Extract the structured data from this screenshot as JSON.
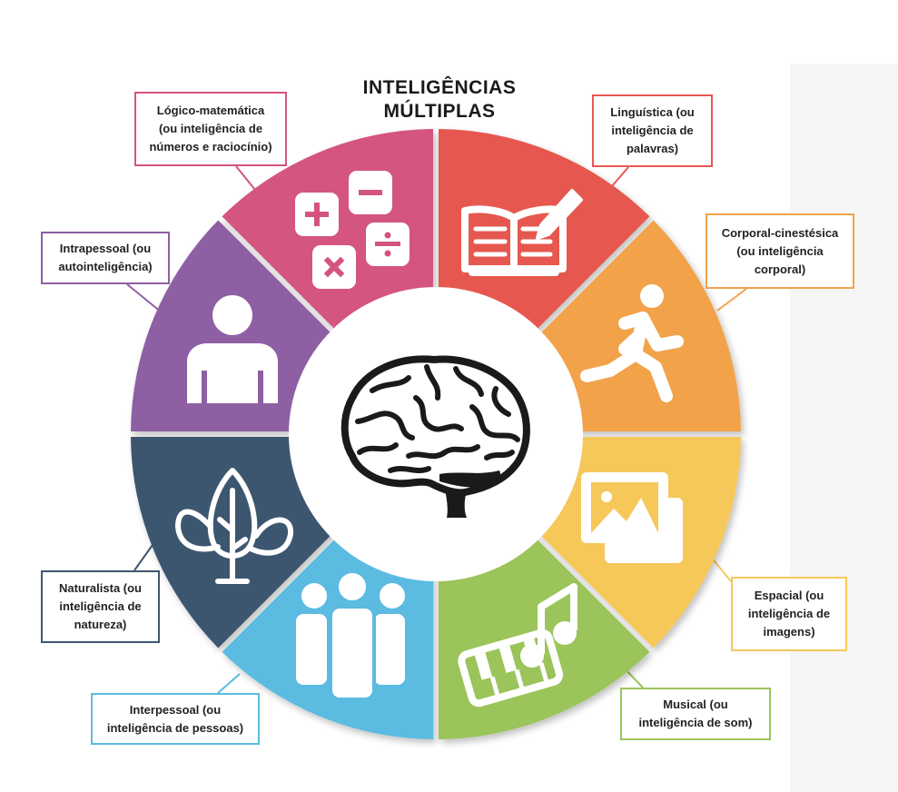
{
  "title": {
    "line1": "INTELIGÊNCIAS",
    "line2": "MÚLTIPLAS"
  },
  "center_icon": "brain-icon",
  "segments": [
    {
      "key": "logico",
      "color": "#d4547e",
      "icon": "calculator-operations-icon",
      "label": [
        "Lógico-matemática",
        "(ou inteligência de",
        "números e raciocínio)"
      ]
    },
    {
      "key": "linguistica",
      "color": "#e65950",
      "icon": "book-pencil-icon",
      "label": [
        "Linguística (ou",
        "inteligência de",
        "palavras)"
      ]
    },
    {
      "key": "corporal",
      "color": "#f2a24a",
      "icon": "running-person-icon",
      "label": [
        "Corporal-cinestésica",
        "(ou inteligência",
        "corporal)"
      ]
    },
    {
      "key": "espacial",
      "color": "#f6c85a",
      "icon": "picture-frames-icon",
      "label": [
        "Espacial (ou",
        "inteligência de",
        "imagens)"
      ]
    },
    {
      "key": "musical",
      "color": "#9bc45a",
      "icon": "piano-music-note-icon",
      "label": [
        "Musical (ou",
        "inteligência de som)"
      ]
    },
    {
      "key": "interpessoal",
      "color": "#5bbbe0",
      "icon": "group-people-icon",
      "label": [
        "Interpessoal (ou",
        "inteligência de pessoas)"
      ]
    },
    {
      "key": "naturalista",
      "color": "#3e5670",
      "icon": "tree-icon",
      "label": [
        "Naturalista (ou",
        "inteligência de",
        "natureza)"
      ]
    },
    {
      "key": "intrapessoal",
      "color": "#8e5fa3",
      "icon": "person-icon",
      "label": [
        "Intrapessoal (ou",
        "autointeligência)"
      ]
    }
  ]
}
